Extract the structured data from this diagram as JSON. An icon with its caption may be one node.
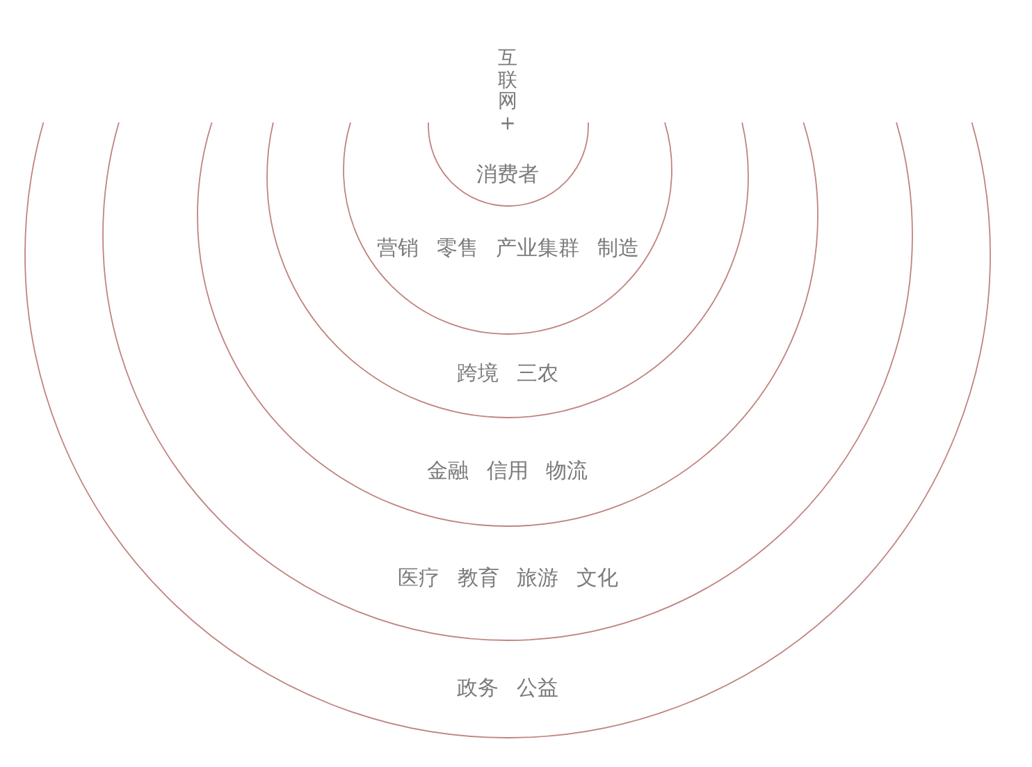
{
  "diagram": {
    "nodes": [
      {
        "text": [
          "政务 公益"
        ]
      },
      {
        "text": [
          "医疗 教育 旅游 文化"
        ],
        "in": 0
      },
      {
        "text": [
          "金融 信用 物流"
        ],
        "in": 1
      },
      {
        "text": [
          "跨境 三农"
        ],
        "in": 2
      },
      {
        "text": [
          "营销 零售 产业集群 制造"
        ],
        "in": 3
      },
      {
        "text": [
          "消费者"
        ],
        "in": 4
      }
    ],
    "edges": [],
    "labels": [
      "互联网+"
    ]
  }
}
